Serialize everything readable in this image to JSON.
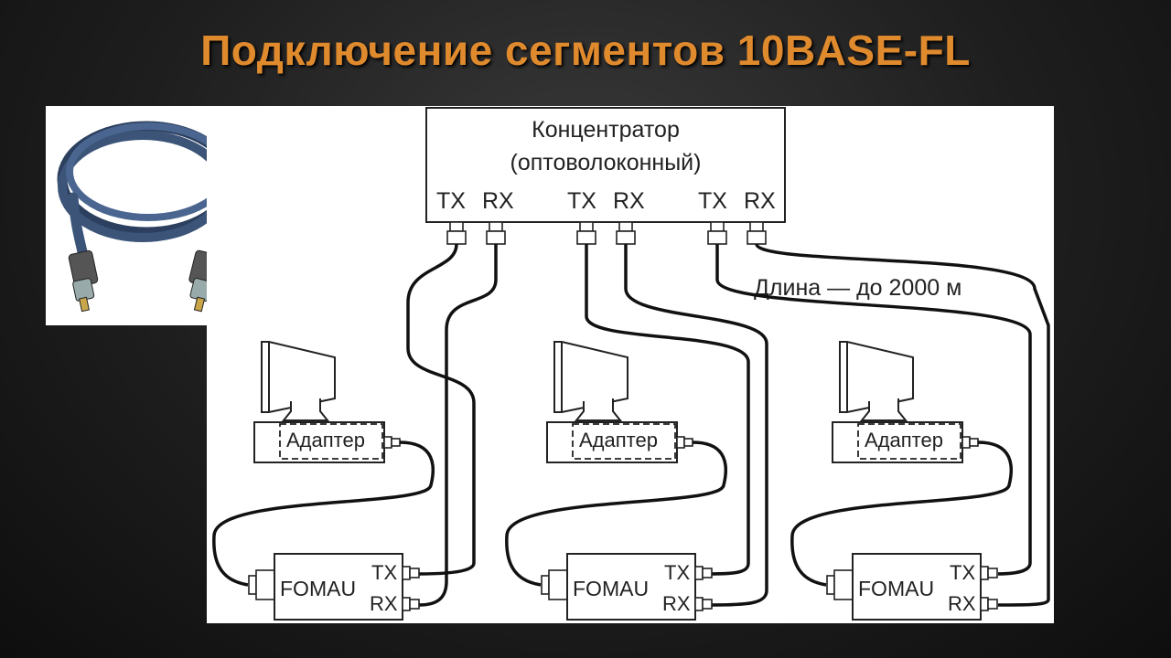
{
  "title": "Подключение сегментов 10BASE-FL",
  "hub": {
    "line1": "Концентратор",
    "line2": "(оптоволоконный)",
    "ports": [
      {
        "tx": "TX",
        "rx": "RX"
      },
      {
        "tx": "TX",
        "rx": "RX"
      },
      {
        "tx": "TX",
        "rx": "RX"
      }
    ]
  },
  "length_note": "Длина — до 2000 м",
  "stations": [
    {
      "adapter": "Адаптер",
      "fomau": "FOMAU",
      "tx": "TX",
      "rx": "RX"
    },
    {
      "adapter": "Адаптер",
      "fomau": "FOMAU",
      "tx": "TX",
      "rx": "RX"
    },
    {
      "adapter": "Адаптер",
      "fomau": "FOMAU",
      "tx": "TX",
      "rx": "RX"
    }
  ],
  "colors": {
    "title": "#e08a2e",
    "background": "#1e1e1e",
    "cable": "#3b5478",
    "line": "#111111"
  }
}
